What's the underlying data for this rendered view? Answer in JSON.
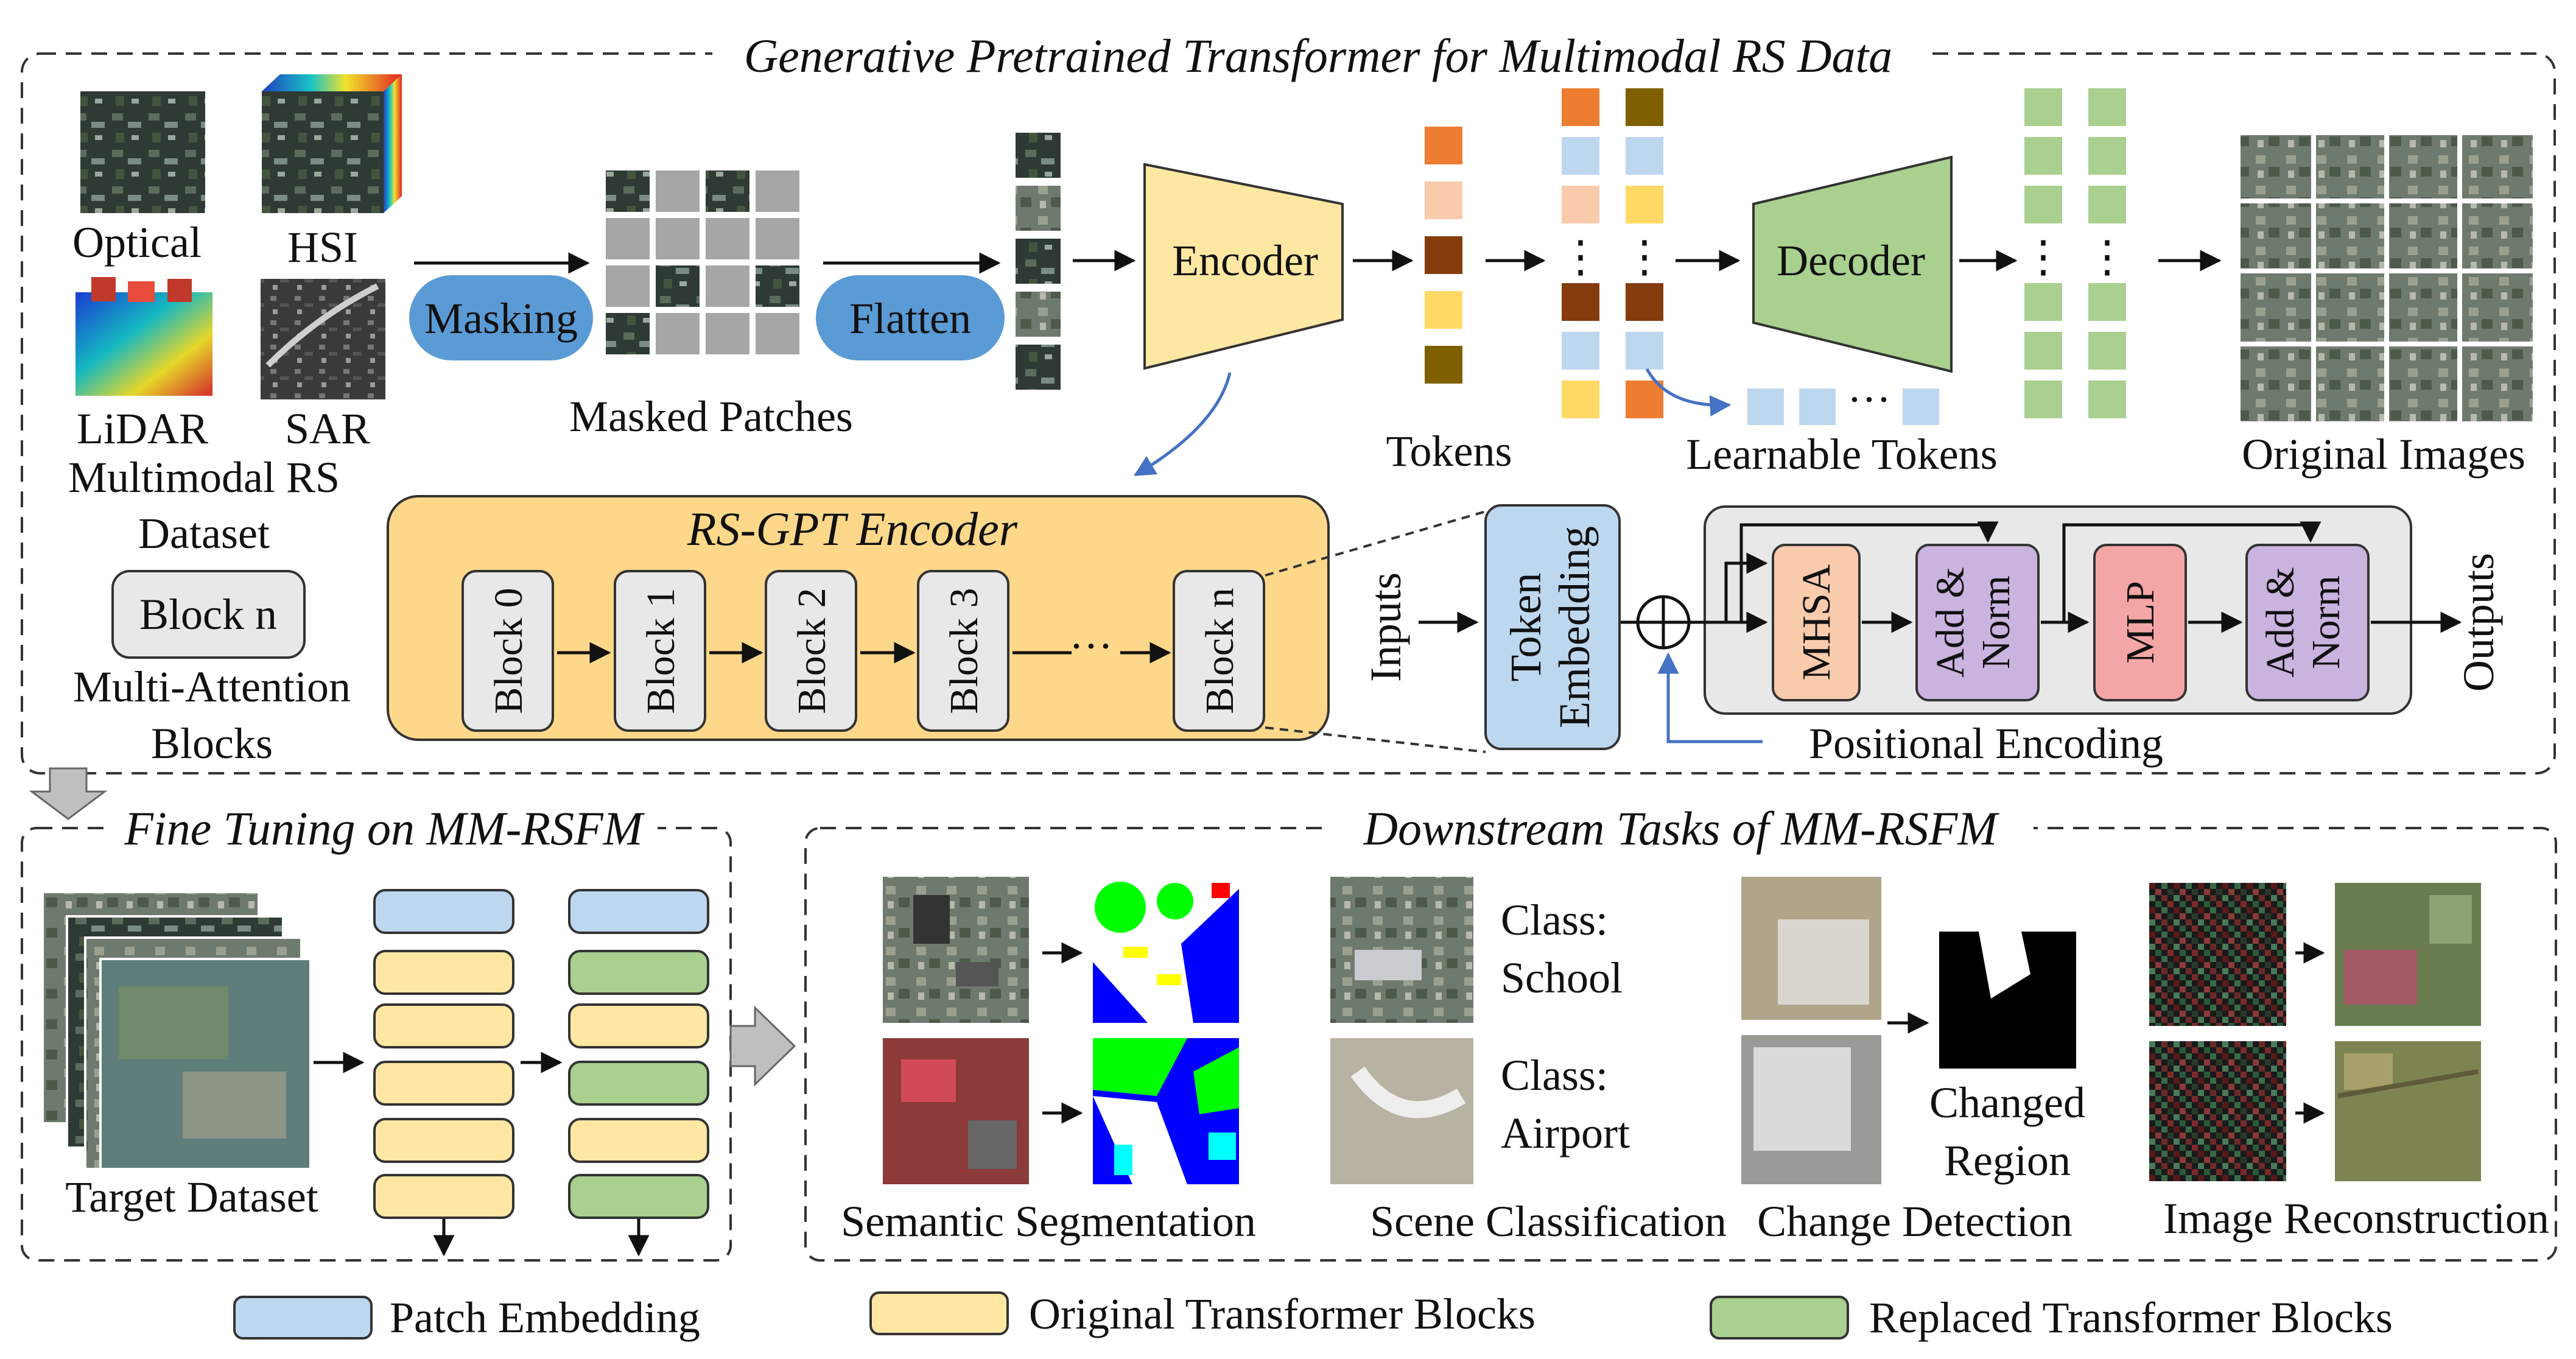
{
  "colors": {
    "blue_pill": "#5b9bd5",
    "encoder_yellow": "#fde7a3",
    "decoder_green": "#a9d08e",
    "token_blue": "#bdd7ee",
    "rs_gpt_bg": "#fdd88a",
    "mhsa_orange": "#f8cbad",
    "addnorm_purple": "#c9b3df",
    "mlp_red": "#f4a6a6",
    "grey_block": "#e8e8e8",
    "patch_grey": "#a6a6a6",
    "seg_blue": "#0000ff",
    "seg_green": "#00ff00",
    "seg_cyan": "#00ffff",
    "seg_yellow": "#ffff00"
  },
  "top": {
    "title": "Generative Pretrained Transformer for Multimodal RS Data",
    "modalities": [
      "Optical",
      "HSI",
      "LiDAR",
      "SAR"
    ],
    "dataset_line1": "Multimodal RS",
    "dataset_line2": "Dataset",
    "masking": "Masking",
    "masked_patches": "Masked Patches",
    "flatten": "Flatten",
    "encoder": "Encoder",
    "tokens": "Tokens",
    "decoder": "Decoder",
    "learnable_tokens": "Learnable Tokens",
    "original_images": "Original Images",
    "ellipsis": "⋮",
    "h_ellipsis": "···"
  },
  "legend_block": {
    "label": "Block n",
    "caption1": "Multi-Attention",
    "caption2": "Blocks"
  },
  "rs_gpt": {
    "title": "RS-GPT Encoder",
    "blocks": [
      "Block 0",
      "Block 1",
      "Block 2",
      "Block 3",
      "Block n"
    ],
    "dots": "···"
  },
  "transformer": {
    "inputs": "Inputs",
    "token_embedding_1": "Token",
    "token_embedding_2": "Embedding",
    "positional_encoding": "Positional Encoding",
    "mhsa": "MHSA",
    "add_norm_1": "Add &",
    "add_norm_2": "Norm",
    "mlp": "MLP",
    "outputs": "Outputs"
  },
  "fine_tuning": {
    "title": "Fine Tuning on MM-RSFM",
    "target_dataset": "Target Dataset"
  },
  "downstream": {
    "title": "Downstream Tasks of MM-RSFM",
    "semantic_segmentation": "Semantic Segmentation",
    "scene_classification": "Scene Classification",
    "class_school_1": "Class:",
    "class_school_2": "School",
    "class_airport_1": "Class:",
    "class_airport_2": "Airport",
    "change_detection": "Change Detection",
    "changed_region_1": "Changed",
    "changed_region_2": "Region",
    "image_reconstruction": "Image Reconstruction"
  },
  "legend": {
    "patch_embedding": "Patch Embedding",
    "original_blocks": "Original Transformer Blocks",
    "replaced_blocks": "Replaced Transformer Blocks"
  }
}
